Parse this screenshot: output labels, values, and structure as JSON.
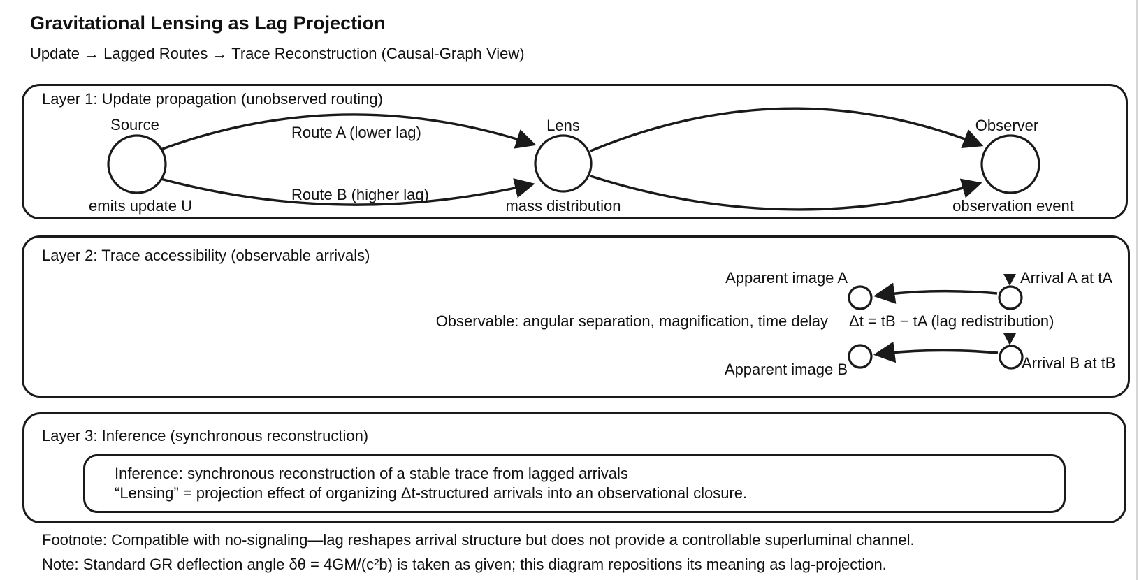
{
  "page": {
    "title": "Gravitational Lensing as Lag Projection",
    "subtitle": "Update → Lagged Routes → Trace Reconstruction (Causal-Graph View)"
  },
  "layer1": {
    "header": "Layer 1: Update propagation (unobserved routing)",
    "source_label": "Source",
    "source_sublabel": "emits update U",
    "lens_label": "Lens",
    "lens_sublabel": "mass distribution",
    "observer_label": "Observer",
    "observer_sublabel": "observation event",
    "route_a_label": "Route A (lower lag)",
    "route_b_label": "Route B (higher lag)"
  },
  "layer2": {
    "header": "Layer 2: Trace accessibility (observable arrivals)",
    "apparent_a_label": "Apparent image A",
    "arrival_a_label": "Arrival A at tA",
    "observable_label": "Observable: angular separation, magnification, time delay",
    "delta_label": "Δt = tB − tA (lag redistribution)",
    "apparent_b_label": "Apparent image B",
    "arrival_b_label": "Arrival B at tB"
  },
  "layer3": {
    "header": "Layer 3: Inference (synchronous reconstruction)",
    "inference_line1": "Inference: synchronous reconstruction of a stable trace from lagged arrivals",
    "inference_line2": "“Lensing” = projection effect of organizing Δt-structured arrivals into an observational closure."
  },
  "footnotes": {
    "footnote": "Footnote: Compatible with no-signaling—lag reshapes arrival structure but does not provide a controllable superluminal channel.",
    "note": "Note: Standard GR deflection angle δθ = 4GM/(c²b) is taken as given; this diagram repositions its meaning as lag-projection."
  },
  "colors": {
    "ink": "#1a1a1a",
    "background": "#ffffff"
  }
}
